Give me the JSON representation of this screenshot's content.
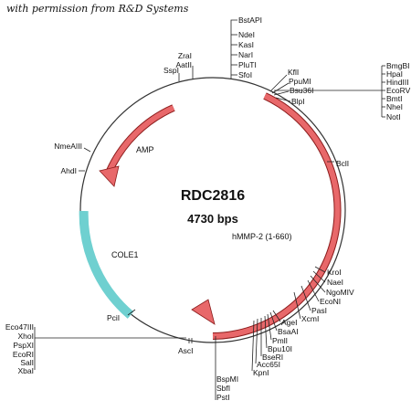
{
  "credit": "with permission from R&D Systems",
  "plasmid": {
    "name": "RDC2816",
    "size": "4730 bps"
  },
  "features": {
    "hmmp": "hMMP-2 (1-660)",
    "amp": "AMP",
    "cole1": "COLE1"
  },
  "sites": {
    "top_cluster": [
      "BstAPI",
      "NdeI",
      "KasI",
      "NarI",
      "PluTI",
      "SfoI"
    ],
    "zrai": "ZraI",
    "aatii": "AatII",
    "sspi": "SspI",
    "kfli": "KflI",
    "ppumi": "PpuMI",
    "bsu36i": "Bsu36I",
    "blpi": "BlpI",
    "right_cluster": [
      "BmgBI",
      "HpaI",
      "HindIII",
      "EcoRV",
      "BmtI",
      "NheI",
      "NotI"
    ],
    "bcli": "BclI",
    "kroi": "KroI",
    "naei": "NaeI",
    "ngomiv": "NgoMIV",
    "econi": "EcoNI",
    "pasi": "PasI",
    "xcmi": "XcmI",
    "agei": "AgeI",
    "bsaai": "BsaAI",
    "pmli": "PmlI",
    "bpu10i": "Bpu10I",
    "bseri": "BseRI",
    "acc65i": "Acc65I",
    "kpni": "KpnI",
    "bottom_cluster": [
      "BspMI",
      "SbfI",
      "PstI"
    ],
    "asci": "AscI",
    "pcii": "PciI",
    "left_cluster": [
      "Eco47III",
      "XhoI",
      "PspXI",
      "EcoRI",
      "SalI",
      "XbaI"
    ],
    "nmeaiii": "NmeAIII",
    "ahdi": "AhdI"
  },
  "colors": {
    "hmmp": "#e8686a",
    "amp": "#e8686a",
    "cole1": "#6fd0d0"
  }
}
